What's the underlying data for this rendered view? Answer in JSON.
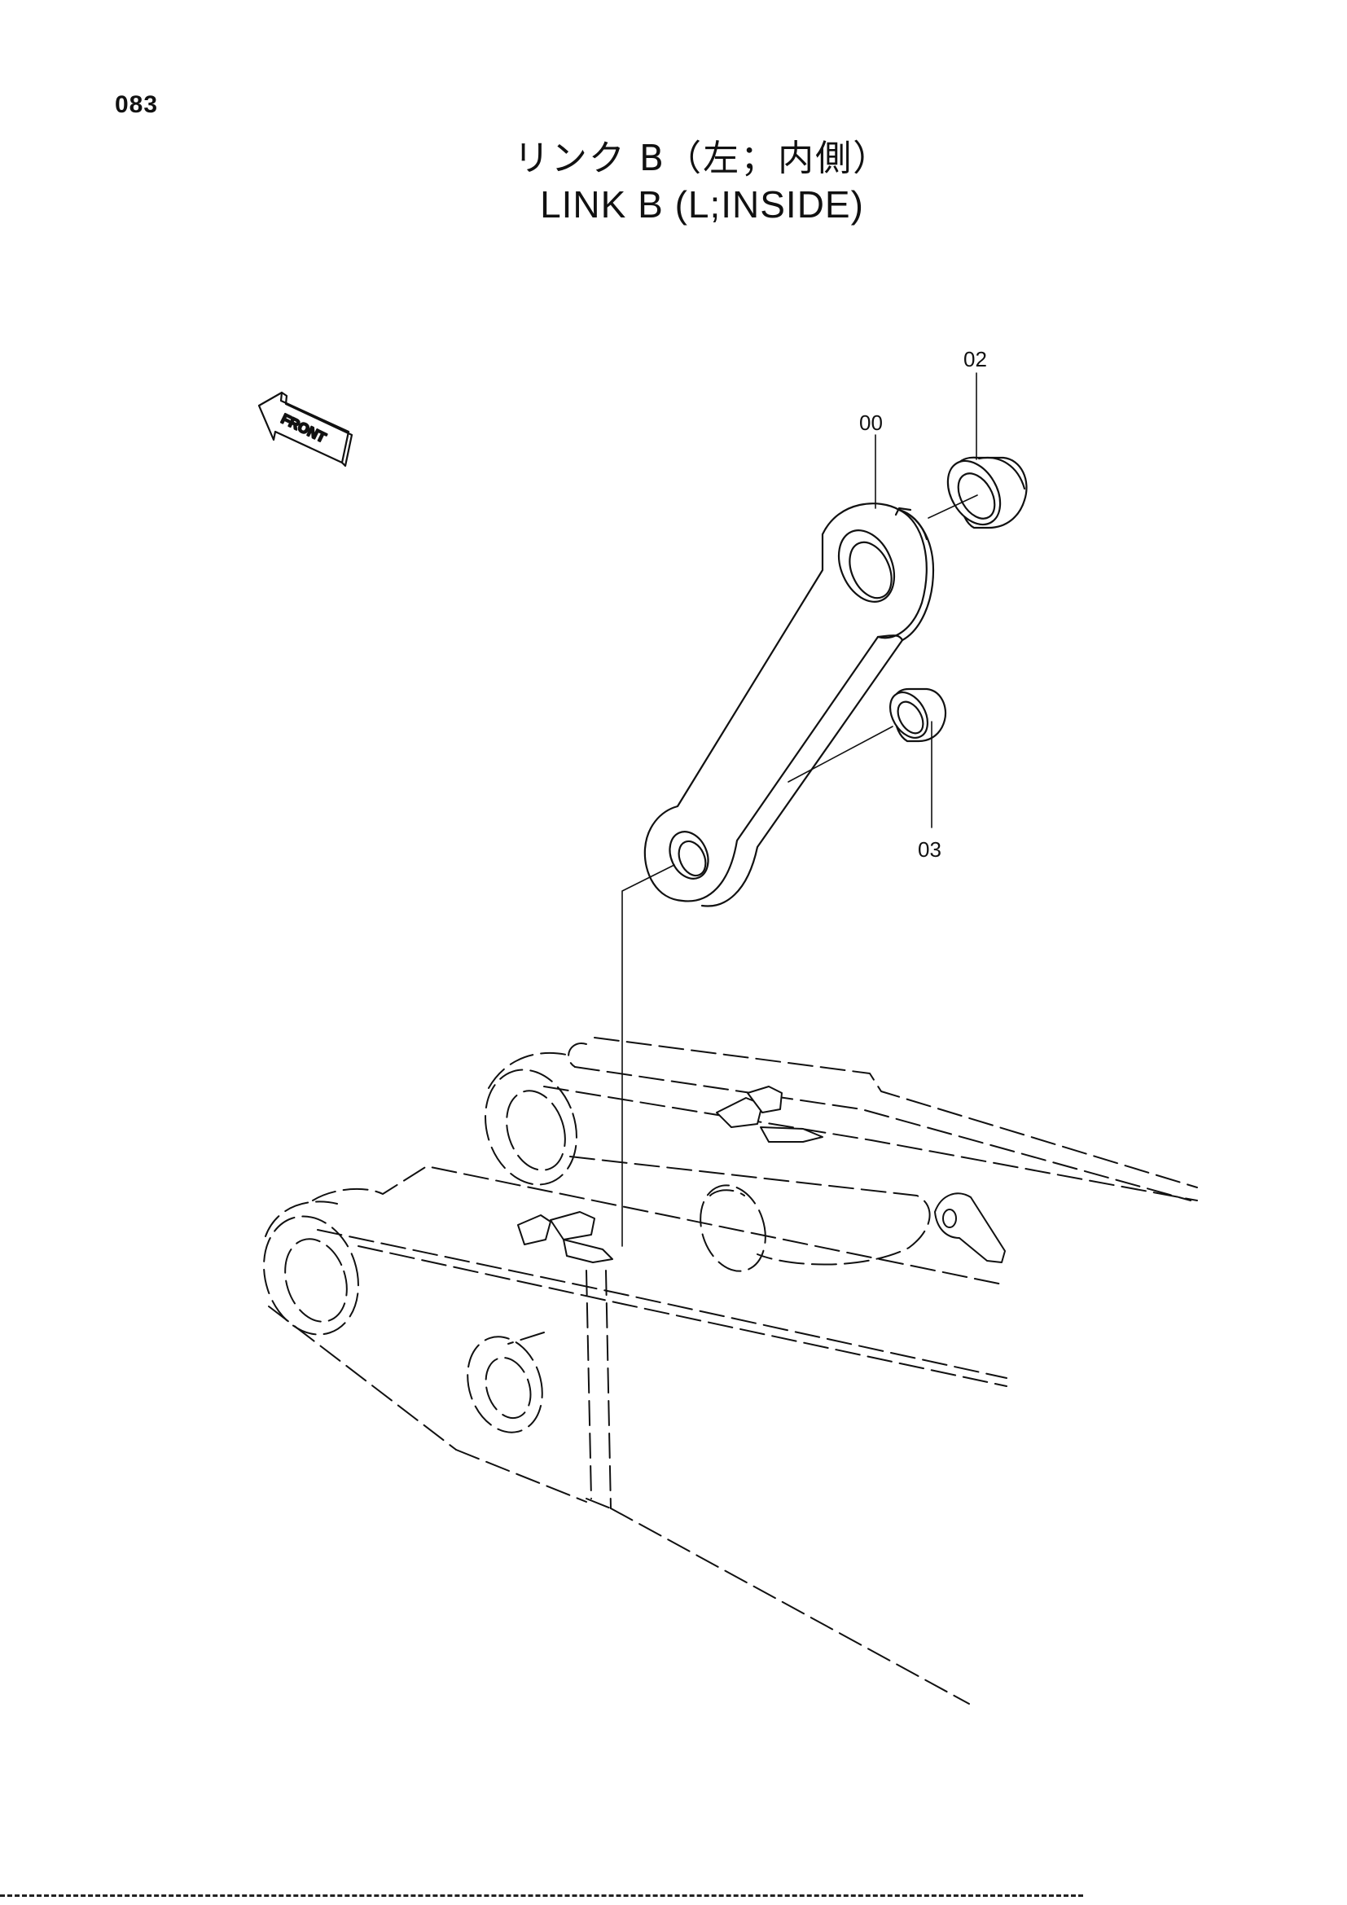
{
  "page": {
    "number": "083",
    "title_jp": "リンク B（左；内側）",
    "title_en": "LINK B (L;INSIDE)"
  },
  "diagram": {
    "orientation_label": "FRONT",
    "callouts": [
      {
        "id": "00",
        "label": "00"
      },
      {
        "id": "02",
        "label": "02"
      },
      {
        "id": "03",
        "label": "03"
      }
    ]
  }
}
